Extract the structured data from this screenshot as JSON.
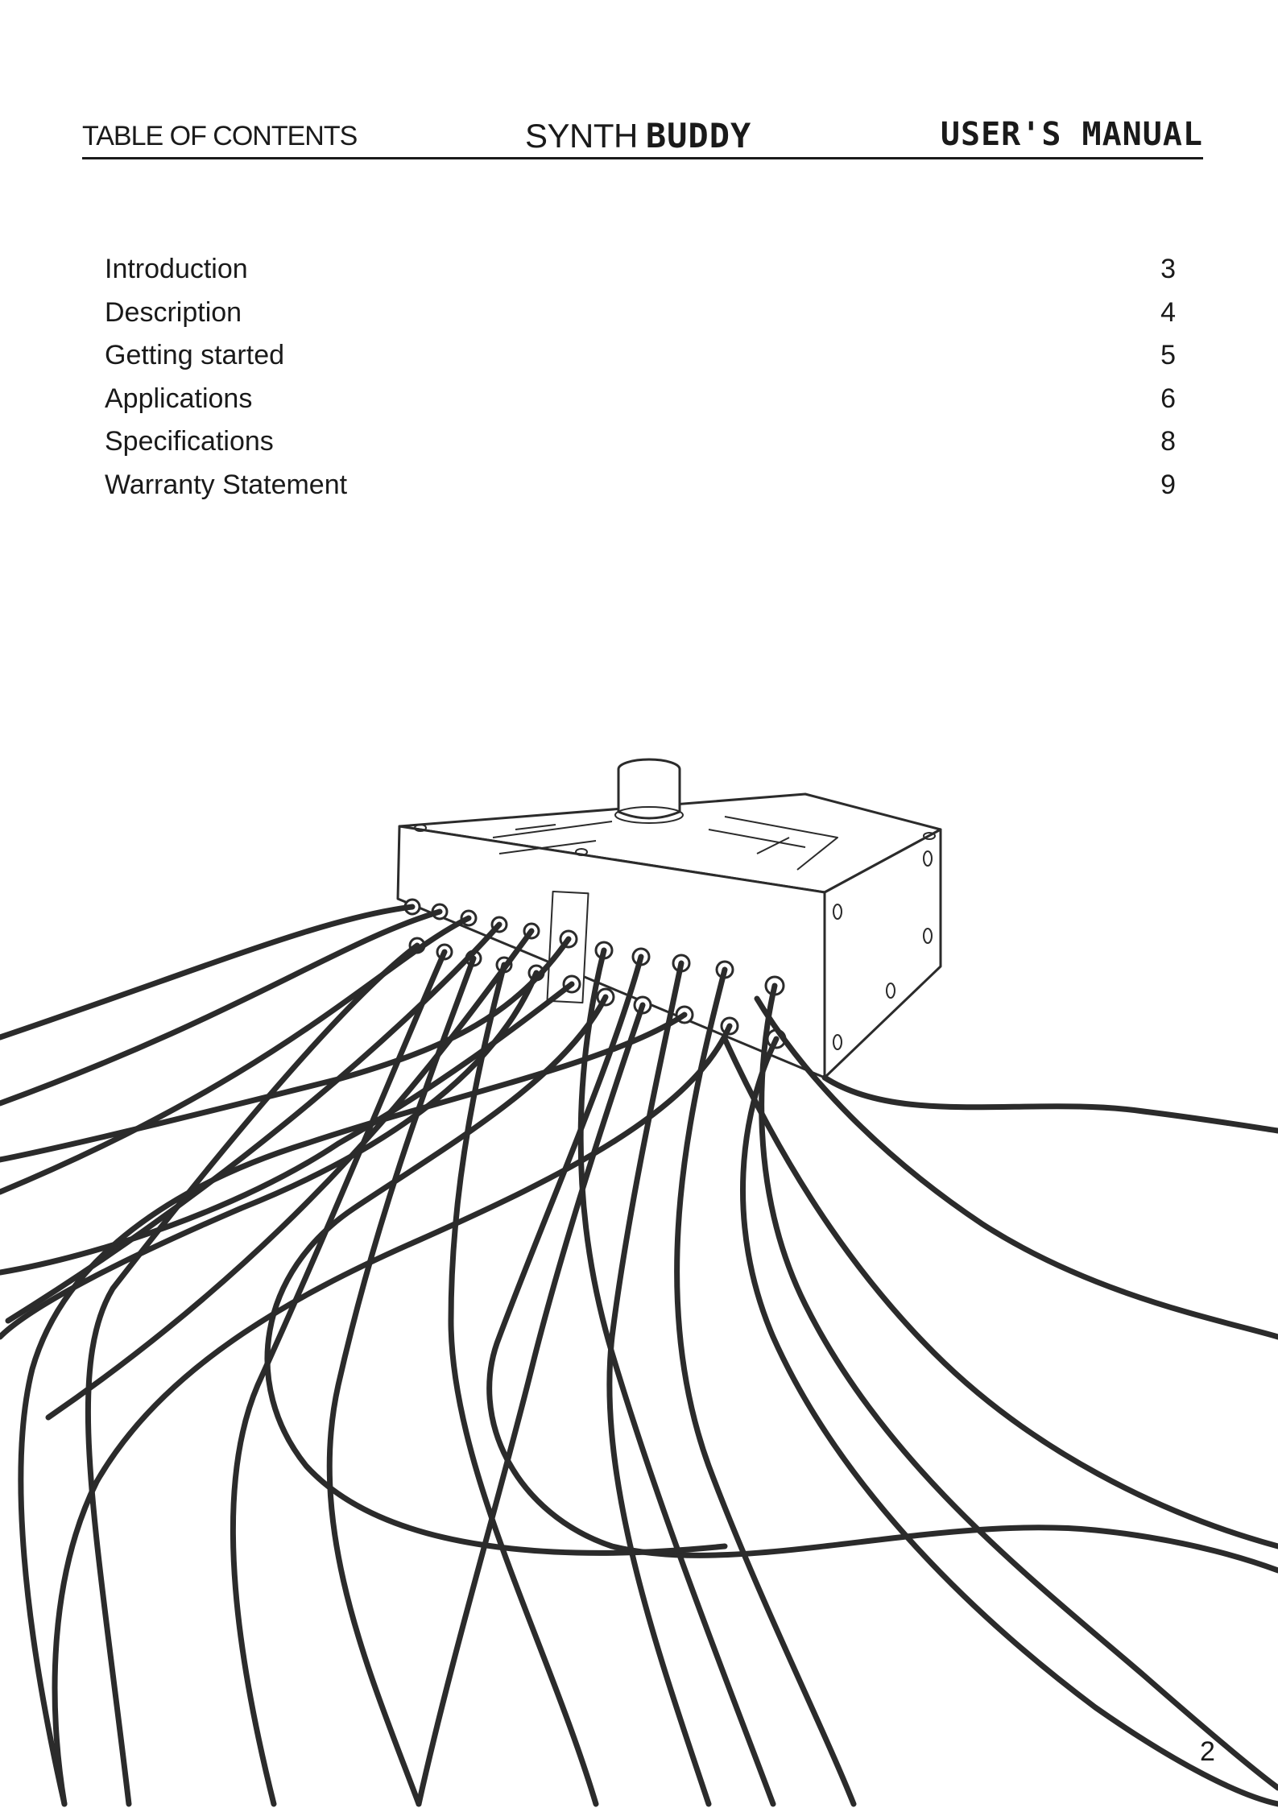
{
  "header": {
    "section": "TABLE OF CONTENTS",
    "product_light": "SYNTH",
    "product_bold": "BUDDY",
    "doc_type": "USER'S MANUAL"
  },
  "toc": [
    {
      "title": "Introduction",
      "page": "3"
    },
    {
      "title": "Description",
      "page": "4"
    },
    {
      "title": "Getting started",
      "page": "5"
    },
    {
      "title": "Applications",
      "page": "6"
    },
    {
      "title": "Specifications",
      "page": "8"
    },
    {
      "title": "Warranty Statement",
      "page": "9"
    }
  ],
  "footer": {
    "page_number": "2"
  },
  "colors": {
    "ink": "#1a1a1a",
    "cable": "#2b2b2b"
  }
}
